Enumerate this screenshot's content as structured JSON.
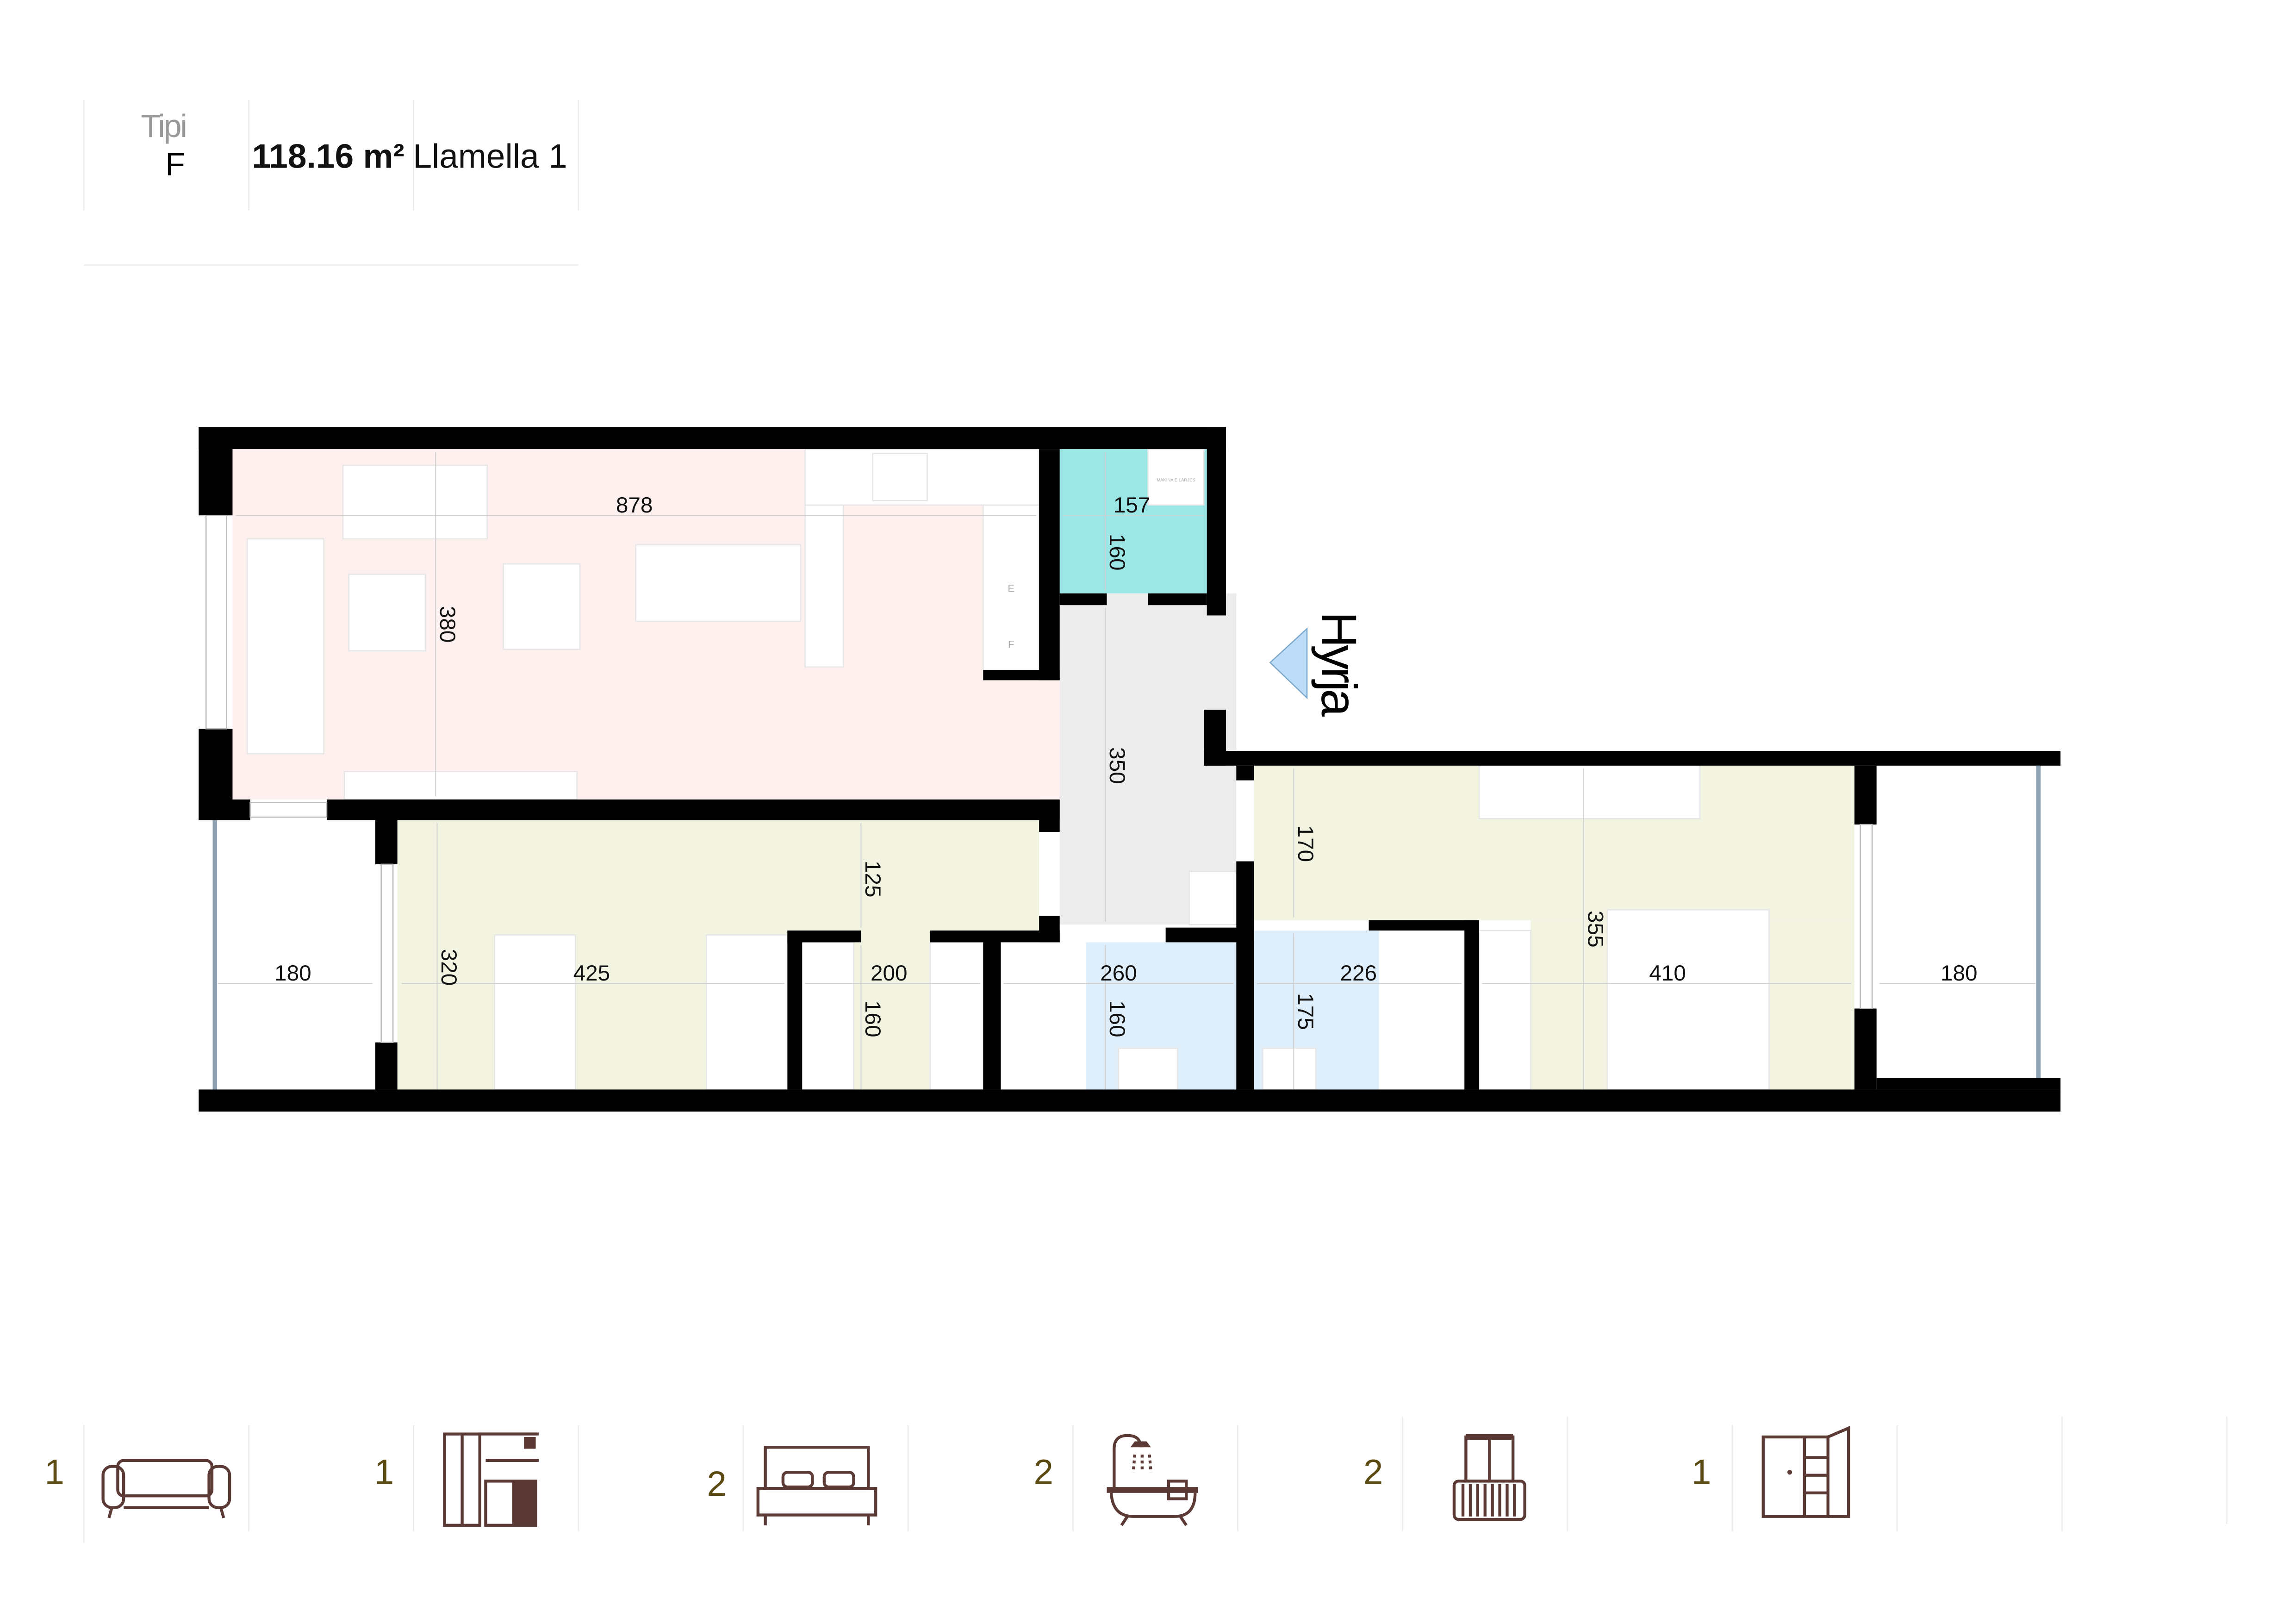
{
  "header": {
    "type_label": "Tipi",
    "type_value": "F",
    "area": "118.16 m²",
    "building": "Llamella 1"
  },
  "plan": {
    "entrance_label": "Hyrja",
    "appliance_label": "MAKINA E LARJES",
    "kitchen_letters": [
      "E",
      "F"
    ],
    "colors": {
      "living": "#fdf0ef",
      "laundry": "#9ce6e6",
      "hall": "#ececec",
      "bedroom": "#f3f3e2",
      "bathroom": "#deeefb",
      "entrance_arrow": "#bcdcf7",
      "wall": "#000000"
    },
    "dimensions": {
      "living_width": "878",
      "living_depth": "380",
      "laundry_width": "157",
      "laundry_depth": "160",
      "hall_length": "350",
      "balcony_left_width": "180",
      "bedroom2_depth": "320",
      "bedroom2_width": "425",
      "bedroom2_passage": "125",
      "closet_width": "200",
      "closet_depth": "160",
      "bath1_width": "260",
      "bath1_depth": "160",
      "bath2_width": "226",
      "bath2_depth": "175",
      "bedroom1_passage": "170",
      "bedroom1_depth": "355",
      "bedroom1_width": "410",
      "balcony_right_width": "180"
    }
  },
  "amenities": [
    {
      "count": "1",
      "icon": "sofa-icon"
    },
    {
      "count": "1",
      "icon": "kitchen-icon"
    },
    {
      "count": "2",
      "icon": "bed-icon"
    },
    {
      "count": "2",
      "icon": "bathtub-icon"
    },
    {
      "count": "2",
      "icon": "balcony-icon"
    },
    {
      "count": "1",
      "icon": "wardrobe-icon"
    }
  ]
}
